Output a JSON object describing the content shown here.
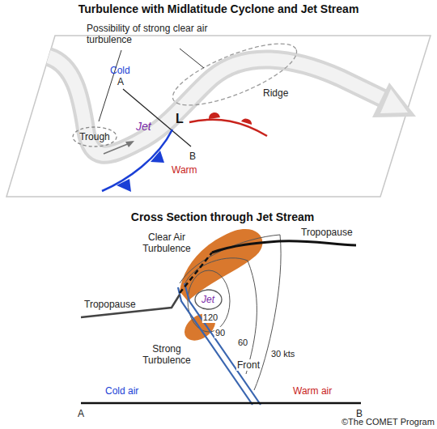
{
  "diagram": {
    "title": "Turbulence with Midlatitude Cyclone and Jet Stream",
    "nodes": [
      {
        "text": [
          "Trough"
        ]
      },
      {
        "text": [
          "Jet"
        ]
      }
    ],
    "labels": [
      "Possibility of strong clear air turbulence",
      "Cold",
      "A",
      "Jet",
      "L",
      "Ridge",
      "B",
      "Warm",
      "Cross Section through Jet Stream",
      "Clear Air Turbulence",
      "Tropopause",
      "Tropopause",
      "120",
      "90",
      "Strong Turbulence",
      "60",
      "Front",
      "30 kts",
      "Cold air",
      "Warm air",
      "A",
      "B",
      "©The COMET Program"
    ]
  }
}
